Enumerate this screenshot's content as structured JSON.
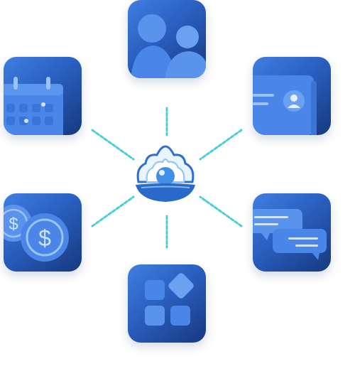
{
  "hub": {
    "icon": "pearl-oyster-icon"
  },
  "nodes": [
    {
      "id": "team",
      "icon": "users-icon",
      "caption": ""
    },
    {
      "id": "calendar",
      "icon": "calendar-icon",
      "caption": ""
    },
    {
      "id": "contacts",
      "icon": "contact-card-icon",
      "caption": ""
    },
    {
      "id": "payments",
      "icon": "coins-icon",
      "caption": ""
    },
    {
      "id": "messages",
      "icon": "chat-bubbles-icon",
      "caption": ""
    },
    {
      "id": "apps",
      "icon": "apps-grid-icon",
      "caption": ""
    }
  ],
  "colors": {
    "tile_light": "#3f7fe0",
    "tile_dark": "#17387e",
    "icon_fill": "#4a86e8",
    "ray": "#3cc7d6",
    "pearl": "#3f8fe6"
  }
}
